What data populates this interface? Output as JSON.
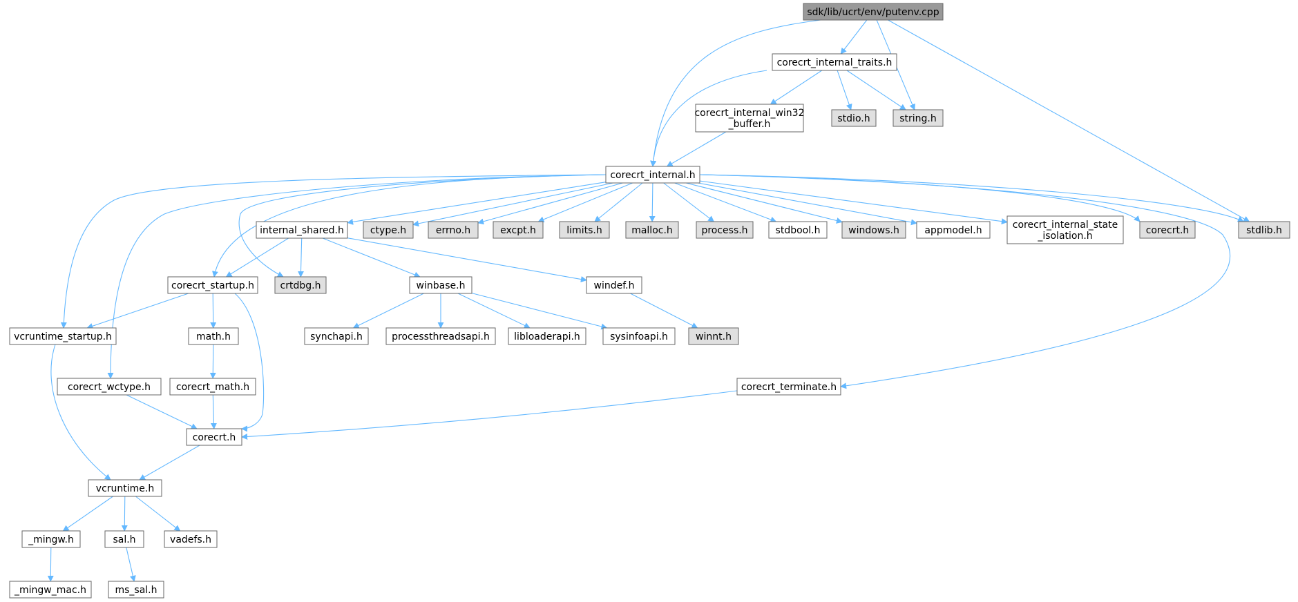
{
  "colors": {
    "edge": "#63b8ff",
    "node_border": "#666666",
    "node_fill": "#ffffff",
    "node_fill_system": "#e0e0e0",
    "node_fill_root": "#999999",
    "text": "#000000"
  },
  "graph": {
    "nodes": [
      {
        "id": "putenv_cpp",
        "lines": [
          "sdk/lib/ucrt/env/putenv.cpp"
        ],
        "kind": "root"
      },
      {
        "id": "corecrt_internal_traits_h",
        "lines": [
          "corecrt_internal_traits.h"
        ],
        "kind": "local"
      },
      {
        "id": "corecrt_internal_win32_buffer_h",
        "lines": [
          "corecrt_internal_win32",
          "_buffer.h"
        ],
        "kind": "local"
      },
      {
        "id": "stdio_h",
        "lines": [
          "stdio.h"
        ],
        "kind": "system"
      },
      {
        "id": "string_h",
        "lines": [
          "string.h"
        ],
        "kind": "system"
      },
      {
        "id": "corecrt_internal_h",
        "lines": [
          "corecrt_internal.h"
        ],
        "kind": "local"
      },
      {
        "id": "internal_shared_h",
        "lines": [
          "internal_shared.h"
        ],
        "kind": "local"
      },
      {
        "id": "ctype_h",
        "lines": [
          "ctype.h"
        ],
        "kind": "system"
      },
      {
        "id": "errno_h",
        "lines": [
          "errno.h"
        ],
        "kind": "system"
      },
      {
        "id": "excpt_h",
        "lines": [
          "excpt.h"
        ],
        "kind": "system"
      },
      {
        "id": "limits_h",
        "lines": [
          "limits.h"
        ],
        "kind": "system"
      },
      {
        "id": "malloc_h",
        "lines": [
          "malloc.h"
        ],
        "kind": "system"
      },
      {
        "id": "process_h",
        "lines": [
          "process.h"
        ],
        "kind": "system"
      },
      {
        "id": "stdbool_h",
        "lines": [
          "stdbool.h"
        ],
        "kind": "local"
      },
      {
        "id": "windows_h",
        "lines": [
          "windows.h"
        ],
        "kind": "system"
      },
      {
        "id": "appmodel_h",
        "lines": [
          "appmodel.h"
        ],
        "kind": "local"
      },
      {
        "id": "corecrt_internal_state_isolation_h",
        "lines": [
          "corecrt_internal_state",
          "_isolation.h"
        ],
        "kind": "local"
      },
      {
        "id": "corecrt_h_system",
        "lines": [
          "corecrt.h"
        ],
        "kind": "system"
      },
      {
        "id": "stdlib_h",
        "lines": [
          "stdlib.h"
        ],
        "kind": "system"
      },
      {
        "id": "corecrt_startup_h",
        "lines": [
          "corecrt_startup.h"
        ],
        "kind": "local"
      },
      {
        "id": "crtdbg_h",
        "lines": [
          "crtdbg.h"
        ],
        "kind": "system"
      },
      {
        "id": "winbase_h",
        "lines": [
          "winbase.h"
        ],
        "kind": "local"
      },
      {
        "id": "windef_h",
        "lines": [
          "windef.h"
        ],
        "kind": "local"
      },
      {
        "id": "vcruntime_startup_h",
        "lines": [
          "vcruntime_startup.h"
        ],
        "kind": "local"
      },
      {
        "id": "math_h",
        "lines": [
          "math.h"
        ],
        "kind": "local"
      },
      {
        "id": "synchapi_h",
        "lines": [
          "synchapi.h"
        ],
        "kind": "local"
      },
      {
        "id": "processthreadsapi_h",
        "lines": [
          "processthreadsapi.h"
        ],
        "kind": "local"
      },
      {
        "id": "libloaderapi_h",
        "lines": [
          "libloaderapi.h"
        ],
        "kind": "local"
      },
      {
        "id": "sysinfoapi_h",
        "lines": [
          "sysinfoapi.h"
        ],
        "kind": "local"
      },
      {
        "id": "winnt_h",
        "lines": [
          "winnt.h"
        ],
        "kind": "system"
      },
      {
        "id": "corecrt_wctype_h",
        "lines": [
          "corecrt_wctype.h"
        ],
        "kind": "local"
      },
      {
        "id": "corecrt_math_h",
        "lines": [
          "corecrt_math.h"
        ],
        "kind": "local"
      },
      {
        "id": "corecrt_terminate_h",
        "lines": [
          "corecrt_terminate.h"
        ],
        "kind": "local"
      },
      {
        "id": "corecrt_h",
        "lines": [
          "corecrt.h"
        ],
        "kind": "local"
      },
      {
        "id": "vcruntime_h",
        "lines": [
          "vcruntime.h"
        ],
        "kind": "local"
      },
      {
        "id": "_mingw_h",
        "lines": [
          "_mingw.h"
        ],
        "kind": "local"
      },
      {
        "id": "sal_h",
        "lines": [
          "sal.h"
        ],
        "kind": "local"
      },
      {
        "id": "vadefs_h",
        "lines": [
          "vadefs.h"
        ],
        "kind": "local"
      },
      {
        "id": "_mingw_mac_h",
        "lines": [
          "_mingw_mac.h"
        ],
        "kind": "local"
      },
      {
        "id": "ms_sal_h",
        "lines": [
          "ms_sal.h"
        ],
        "kind": "local"
      }
    ],
    "edges": [
      [
        "putenv_cpp",
        "corecrt_internal_traits_h"
      ],
      [
        "putenv_cpp",
        "corecrt_internal_h"
      ],
      [
        "putenv_cpp",
        "string_h"
      ],
      [
        "putenv_cpp",
        "stdlib_h"
      ],
      [
        "corecrt_internal_traits_h",
        "corecrt_internal_win32_buffer_h"
      ],
      [
        "corecrt_internal_traits_h",
        "stdio_h"
      ],
      [
        "corecrt_internal_traits_h",
        "string_h"
      ],
      [
        "corecrt_internal_traits_h",
        "corecrt_internal_h"
      ],
      [
        "corecrt_internal_win32_buffer_h",
        "corecrt_internal_h"
      ],
      [
        "corecrt_internal_h",
        "internal_shared_h"
      ],
      [
        "corecrt_internal_h",
        "ctype_h"
      ],
      [
        "corecrt_internal_h",
        "errno_h"
      ],
      [
        "corecrt_internal_h",
        "excpt_h"
      ],
      [
        "corecrt_internal_h",
        "limits_h"
      ],
      [
        "corecrt_internal_h",
        "malloc_h"
      ],
      [
        "corecrt_internal_h",
        "process_h"
      ],
      [
        "corecrt_internal_h",
        "stdbool_h"
      ],
      [
        "corecrt_internal_h",
        "windows_h"
      ],
      [
        "corecrt_internal_h",
        "appmodel_h"
      ],
      [
        "corecrt_internal_h",
        "corecrt_internal_state_isolation_h"
      ],
      [
        "corecrt_internal_h",
        "corecrt_h_system"
      ],
      [
        "corecrt_internal_h",
        "stdlib_h"
      ],
      [
        "corecrt_internal_h",
        "corecrt_startup_h"
      ],
      [
        "corecrt_internal_h",
        "crtdbg_h"
      ],
      [
        "corecrt_internal_h",
        "vcruntime_startup_h"
      ],
      [
        "corecrt_internal_h",
        "corecrt_wctype_h"
      ],
      [
        "corecrt_internal_h",
        "corecrt_terminate_h"
      ],
      [
        "internal_shared_h",
        "corecrt_startup_h"
      ],
      [
        "internal_shared_h",
        "crtdbg_h"
      ],
      [
        "internal_shared_h",
        "winbase_h"
      ],
      [
        "internal_shared_h",
        "windef_h"
      ],
      [
        "corecrt_startup_h",
        "vcruntime_startup_h"
      ],
      [
        "corecrt_startup_h",
        "math_h"
      ],
      [
        "corecrt_startup_h",
        "corecrt_h"
      ],
      [
        "winbase_h",
        "synchapi_h"
      ],
      [
        "winbase_h",
        "processthreadsapi_h"
      ],
      [
        "winbase_h",
        "libloaderapi_h"
      ],
      [
        "winbase_h",
        "sysinfoapi_h"
      ],
      [
        "windef_h",
        "winnt_h"
      ],
      [
        "vcruntime_startup_h",
        "vcruntime_h"
      ],
      [
        "math_h",
        "corecrt_math_h"
      ],
      [
        "corecrt_math_h",
        "corecrt_h"
      ],
      [
        "corecrt_wctype_h",
        "corecrt_h"
      ],
      [
        "corecrt_terminate_h",
        "corecrt_h"
      ],
      [
        "corecrt_h",
        "vcruntime_h"
      ],
      [
        "vcruntime_h",
        "_mingw_h"
      ],
      [
        "vcruntime_h",
        "sal_h"
      ],
      [
        "vcruntime_h",
        "vadefs_h"
      ],
      [
        "_mingw_h",
        "_mingw_mac_h"
      ],
      [
        "sal_h",
        "ms_sal_h"
      ]
    ]
  }
}
